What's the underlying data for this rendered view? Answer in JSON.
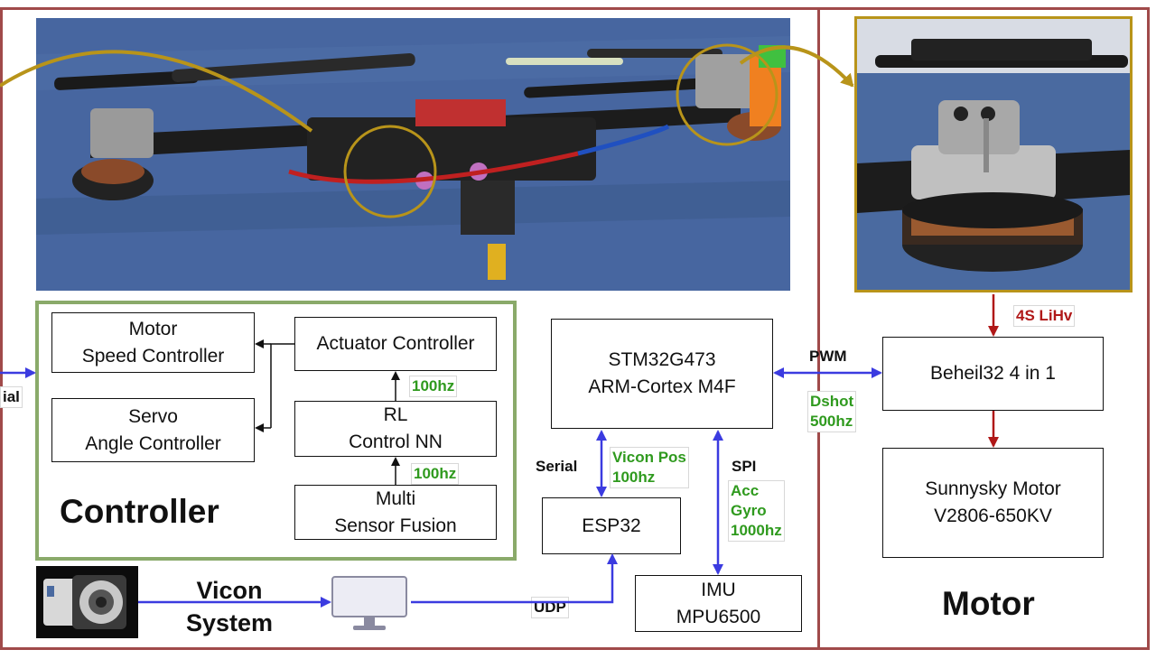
{
  "colors": {
    "frame": "#a04a4a",
    "controller_border": "#8aaa6a",
    "photo_border": "#b8941a",
    "arrow_blue": "#3b3be0",
    "arrow_red": "#b01818",
    "label_green": "#2f9a1e",
    "label_red": "#b01818"
  },
  "edge_label": "ial",
  "controller": {
    "title": "Controller",
    "motor_speed": "Motor\nSpeed Controller",
    "servo_angle": "Servo\nAngle Controller",
    "actuator": "Actuator Controller",
    "rl_nn": "RL\nControl NN",
    "fusion": "Multi\nSensor Fusion",
    "rate_nn_to_actuator": "100hz",
    "rate_fusion_to_nn": "100hz"
  },
  "mcu": {
    "label": "STM32G473\nARM-Cortex M4F"
  },
  "esp32": {
    "label": "ESP32"
  },
  "imu": {
    "label": "IMU\nMPU6500"
  },
  "links": {
    "serial": "Serial",
    "vicon_pos": "Vicon Pos\n100hz",
    "spi": "SPI",
    "acc_gyro": "Acc\nGyro\n1000hz",
    "udp": "UDP",
    "pwm": "PWM",
    "dshot": "Dshot\n500hz",
    "battery": "4S LiHv"
  },
  "vicon": {
    "label": "Vicon\nSystem",
    "camera_icon": "vicon-camera-icon",
    "monitor_icon": "monitor-icon"
  },
  "motor": {
    "title": "Motor",
    "esc": "Beheil32 4 in 1",
    "motor_model": "Sunnysky Motor\nV2806-650KV"
  }
}
